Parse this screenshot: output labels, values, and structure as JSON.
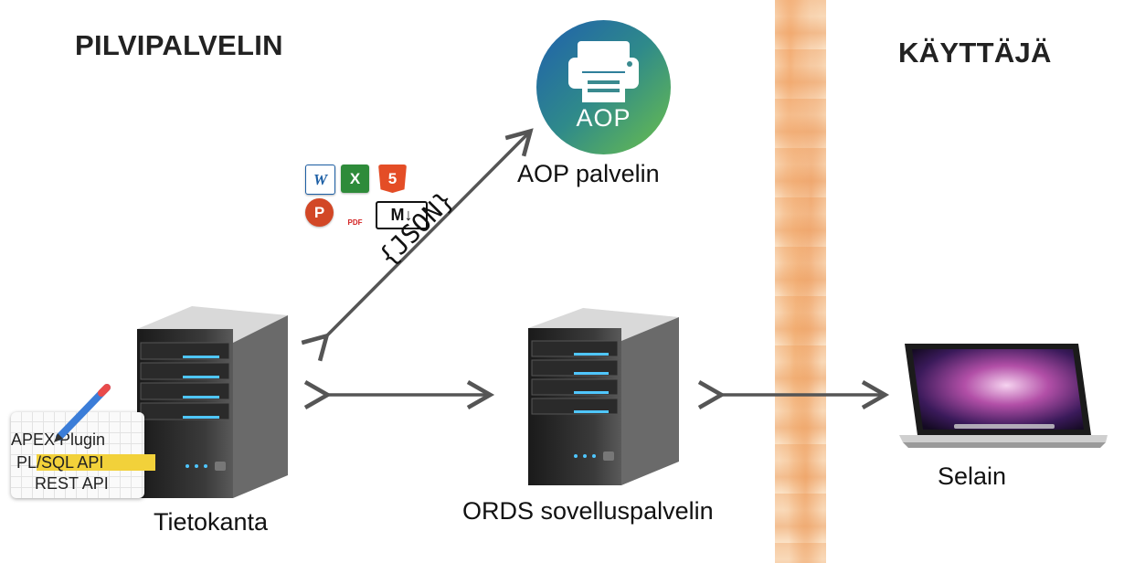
{
  "headings": {
    "left": "PILVIPALVELIN",
    "right": "KÄYTTÄJÄ"
  },
  "nodes": {
    "aop": {
      "logo_text": "AOP",
      "label": "AOP palvelin"
    },
    "database": {
      "label": "Tietokanta"
    },
    "ords": {
      "label": "ORDS sovelluspalvelin"
    },
    "browser": {
      "label": "Selain"
    }
  },
  "connector": {
    "label": "{JSON}"
  },
  "formats": {
    "word": "W",
    "excel": "X",
    "html5": "5",
    "powerpoint": "P",
    "pdf": "PDF",
    "markdown": "M↓"
  },
  "api_list": [
    "APEX Plugin",
    "PL/SQL API",
    "REST API"
  ],
  "colors": {
    "aop_gradient_start": "#1f5fae",
    "aop_gradient_end": "#6cc04a",
    "firewall": "#f5c9a1",
    "arrow": "#555555"
  }
}
